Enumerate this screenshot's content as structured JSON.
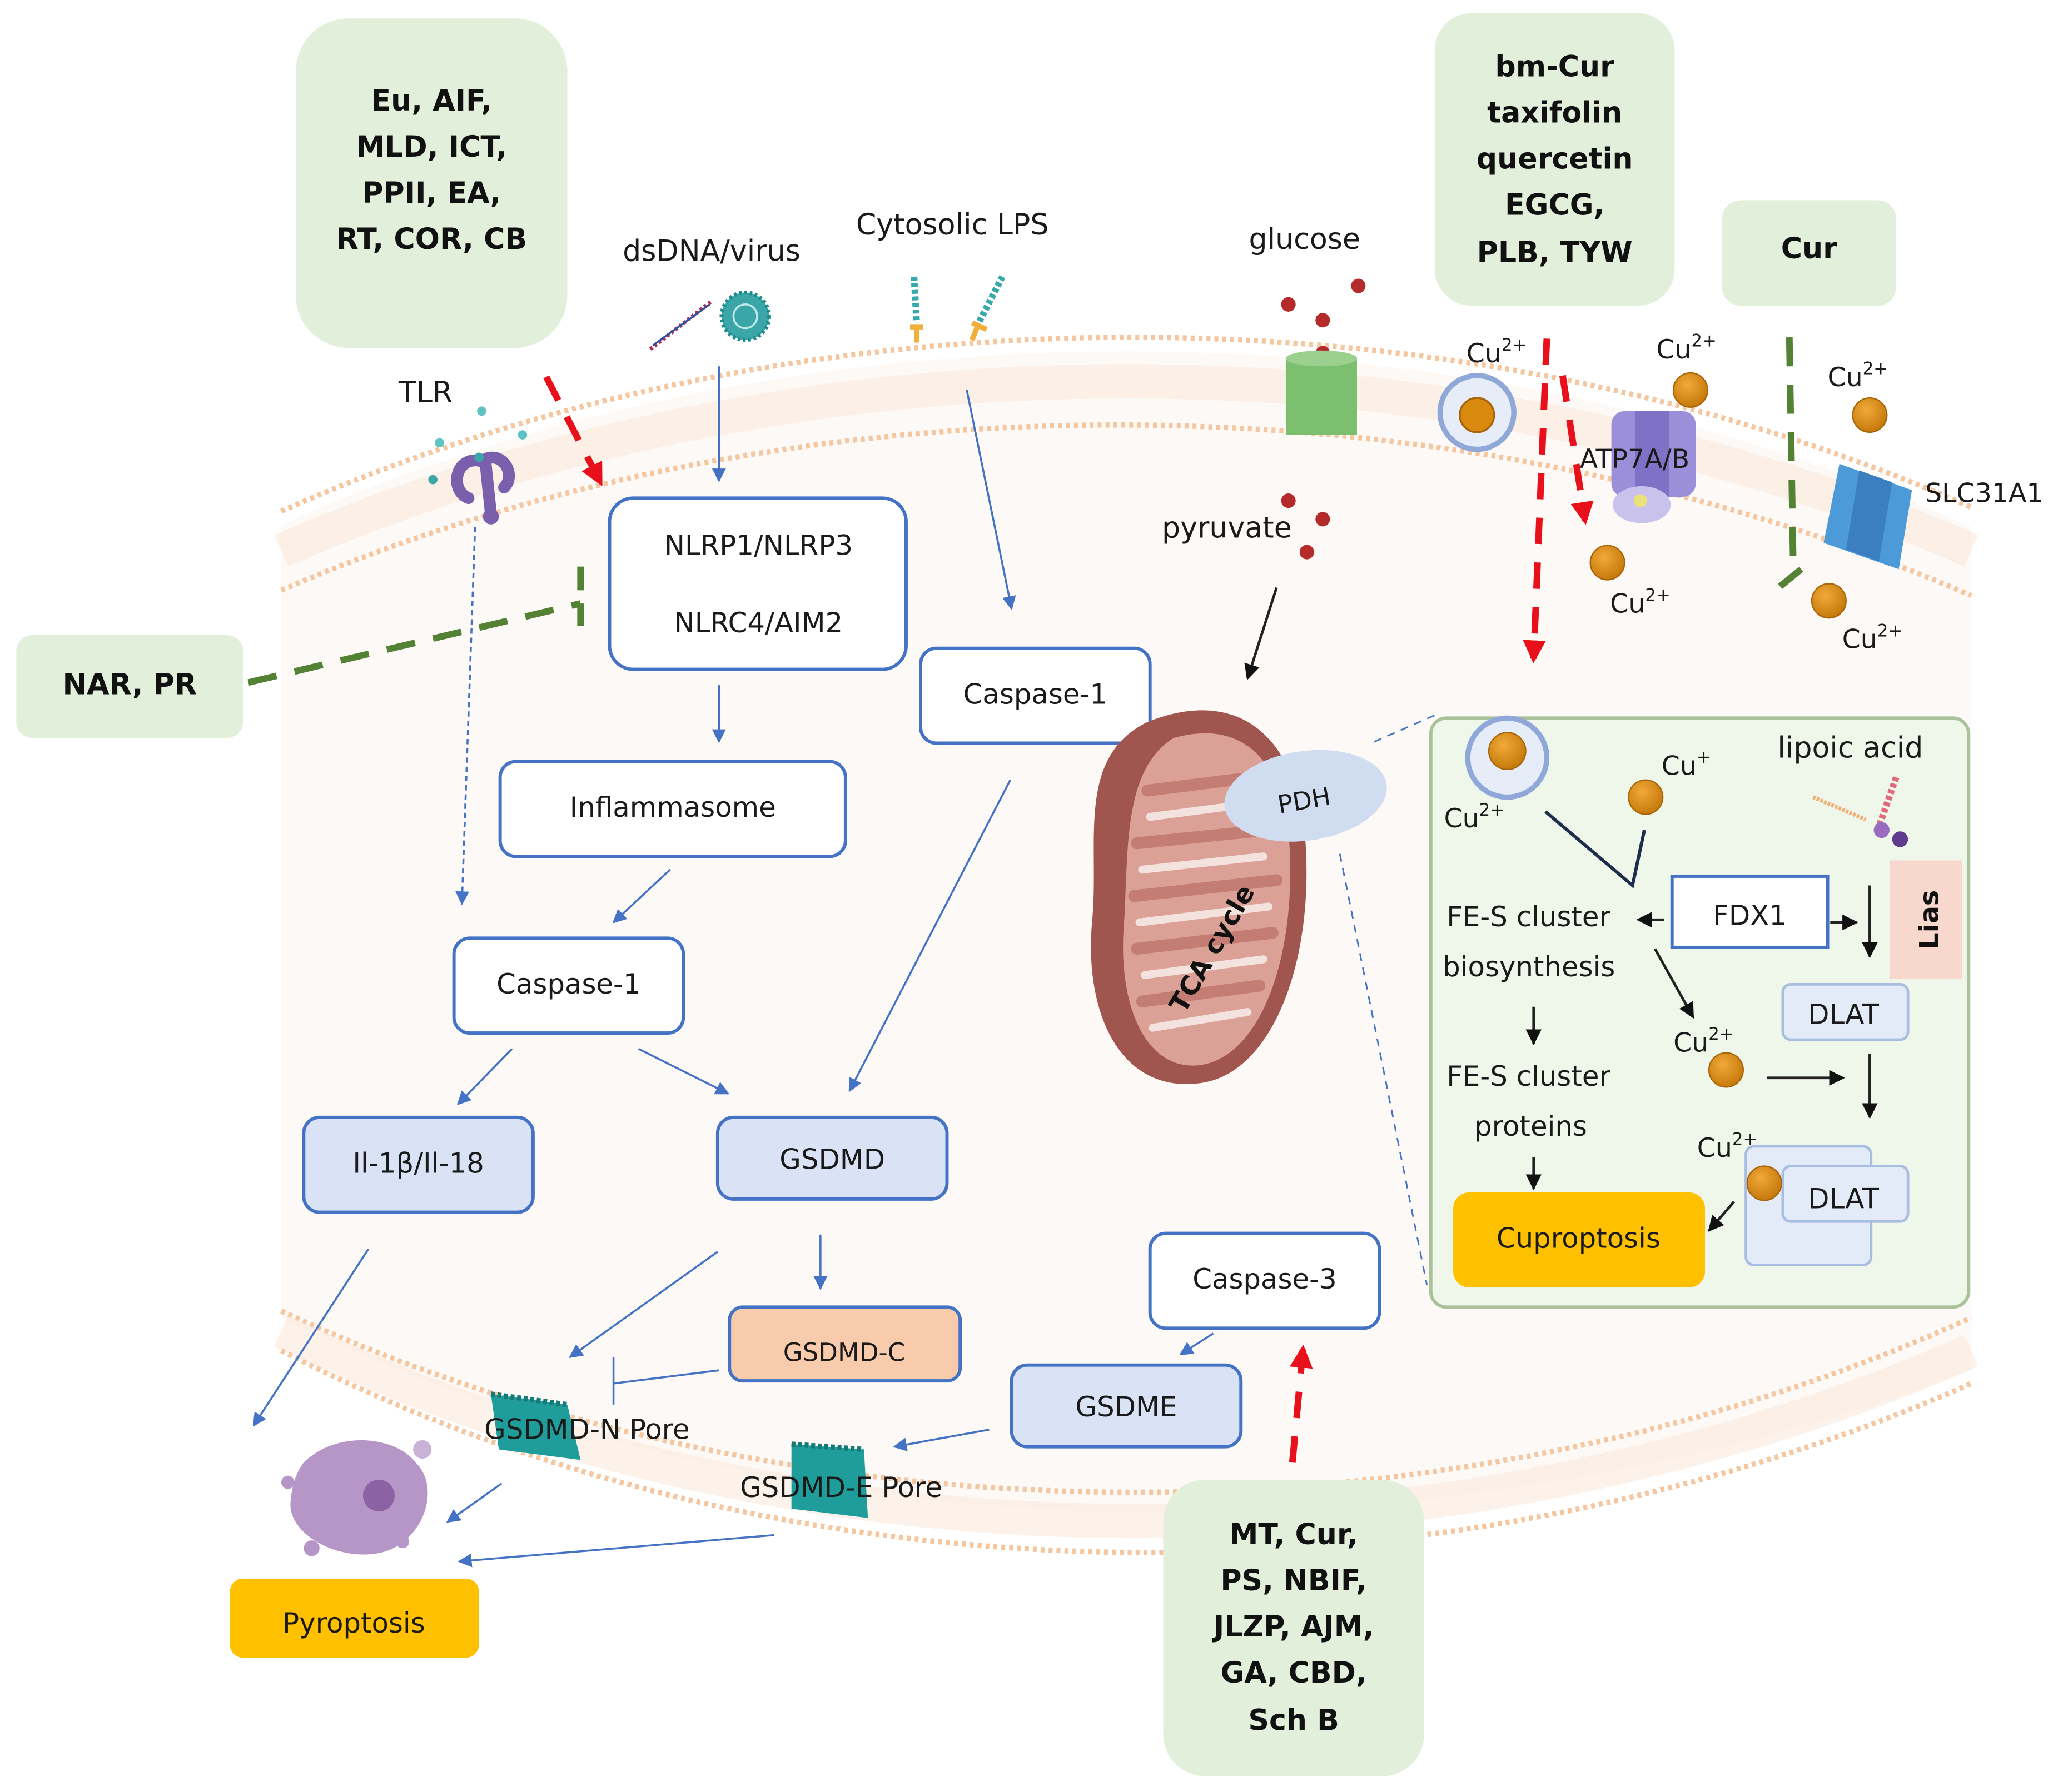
{
  "colors": {
    "node_border": "#4472c4",
    "node_fill_light_blue": "#d9e3f5",
    "drug_box": "#e2efda",
    "outcome_box": "#ffc000",
    "gsdmd_c_fill": "#f8cbad",
    "promote_arrow": "#e8101a",
    "inhibit_line": "#548235",
    "membrane": "#f4c7a0",
    "copper": "#d9890e",
    "mitochondrion": "#a0564f"
  },
  "drug_boxes": {
    "top_left": [
      "Eu, AIF,",
      "MLD, ICT,",
      "PPII, EA,",
      "RT, COR, CB"
    ],
    "left": [
      "NAR, PR"
    ],
    "top_right": [
      "bm-Cur",
      "taxifolin",
      "quercetin",
      "EGCG,",
      "PLB, TYW"
    ],
    "far_right": [
      "Cur"
    ],
    "bottom": [
      "MT, Cur,",
      "PS, NBIF,",
      "JLZP, AJM,",
      "GA, CBD,",
      "Sch B"
    ]
  },
  "stimuli": {
    "dsdna": "dsDNA/virus",
    "lps": "Cytosolic LPS",
    "tlr": "TLR",
    "glucose": "glucose",
    "pyruvate": "pyruvate"
  },
  "pyroptosis": {
    "nlrp_line1": "NLRP1/NLRP3",
    "nlrp_line2": "NLRC4/AIM2",
    "inflammasome": "Inflammasome",
    "caspase1_canonical": "Caspase-1",
    "caspase1_noncanonical": "Caspase-1",
    "il": "Il-1β/Il-18",
    "gsdmd": "GSDMD",
    "gsdmd_c": "GSDMD-C",
    "gsdmd_n_pore": "GSDMD-N Pore",
    "gsdmd_e_pore": "GSDMD-E Pore",
    "caspase3": "Caspase-3",
    "gsdme": "GSDME",
    "outcome": "Pyroptosis"
  },
  "cuproptosis": {
    "cu2": "Cu",
    "cu2_sup": "2+",
    "cu1_sup": "+",
    "atp7": "ATP7A/B",
    "slc31a1": "SLC31A1",
    "pdh": "PDH",
    "tca": "TCA cycle",
    "lipoic_acid": "lipoic acid",
    "fdx1": "FDX1",
    "lias": "Lias",
    "fes_bio_line1": "FE-S cluster",
    "fes_bio_line2": "biosynthesis",
    "fes_prot_line1": "FE-S cluster",
    "fes_prot_line2": "proteins",
    "dlat": "DLAT",
    "dlat_agg": "DLAT",
    "outcome": "Cuproptosis"
  }
}
